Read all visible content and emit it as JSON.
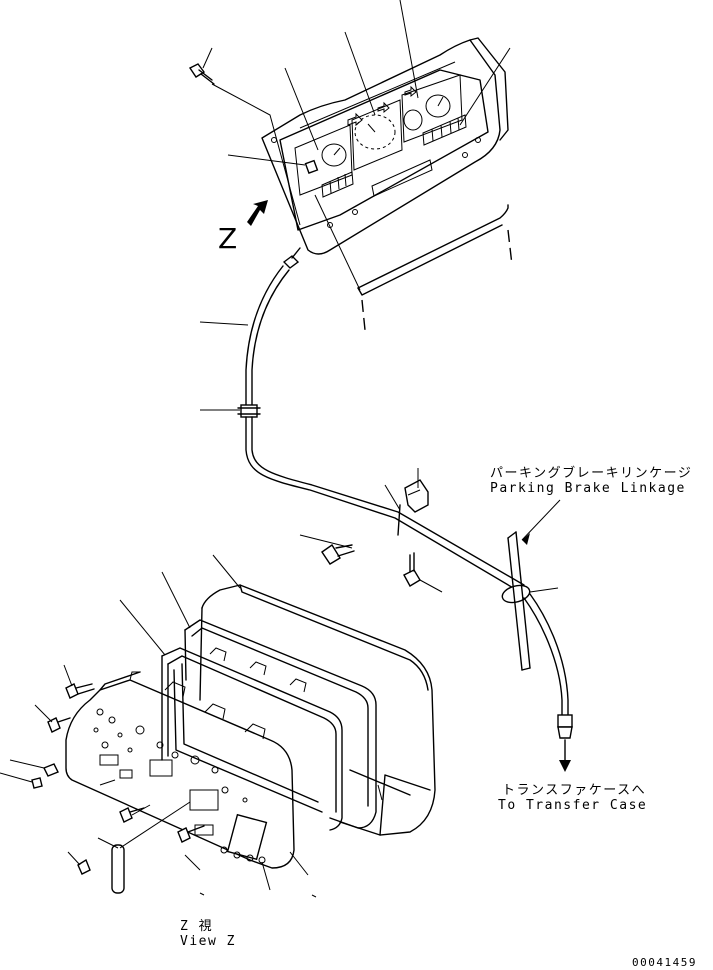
{
  "labels": {
    "parking_brake_jp": "パーキングブレーキリンケージ",
    "parking_brake_en": "Parking Brake Linkage",
    "transfer_jp": "トランスファケースへ",
    "transfer_en": "To Transfer Case",
    "view_jp": "Z  視",
    "view_en": "View Z",
    "view_letter": "Z",
    "drawing_number": "00041459"
  },
  "colors": {
    "ink": "#000000",
    "paper": "#ffffff"
  }
}
